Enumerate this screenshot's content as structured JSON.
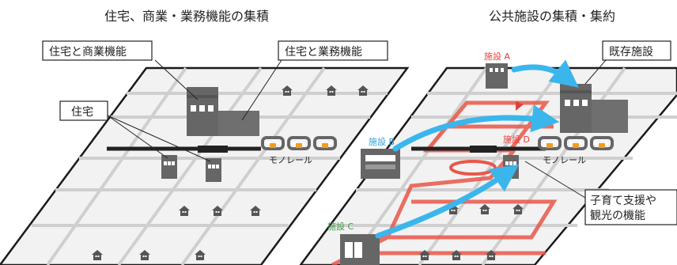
{
  "left_panel": {
    "title": "住宅、商業・業務機能の集積",
    "labels": {
      "residential_commercial": "住宅と商業機能",
      "residential_business": "住宅と業務機能",
      "residential": "住宅"
    },
    "monorail": "モノレール"
  },
  "right_panel": {
    "title": "公共施設の集積・集約",
    "existing_facility": "既存施設",
    "facilities": {
      "a": "施設 A",
      "b": "施設 B",
      "c": "施設 C",
      "d": "施設 D"
    },
    "monorail": "モノレール",
    "function_note": [
      "子育て支援や",
      "観光の機能"
    ]
  },
  "colors": {
    "arrow": "#3bb6ec",
    "route": "#e8574a",
    "facility_label": "#e2403a",
    "facility_b_label": "#2a9fd8",
    "facility_c_label": "#3aa040",
    "train_window": "#f39c1e"
  }
}
